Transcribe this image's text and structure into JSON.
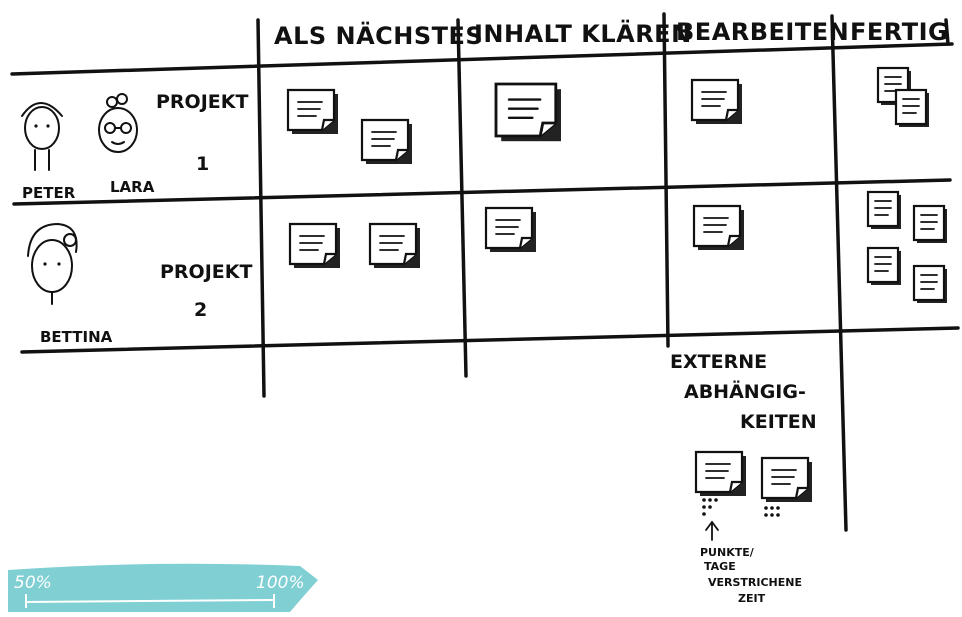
{
  "columns": [
    {
      "label": "ALS NÄCHSTES"
    },
    {
      "label": "INHALT KLÄREN"
    },
    {
      "label": "BEARBEITEN"
    },
    {
      "label": "FERTIG"
    }
  ],
  "rows": [
    {
      "project": "PROJEKT",
      "number": "1",
      "people": [
        "PETER",
        "LARA"
      ]
    },
    {
      "project": "PROJEKT",
      "number": "2",
      "people": [
        "BETTINA"
      ]
    }
  ],
  "external": {
    "line1": "EXTERNE",
    "line2": "ABHÄNGIG-",
    "line3": "KEITEN",
    "note1": "PUNKTE/",
    "note2": "TAGE",
    "note3": "VERSTRICHENE",
    "note4": "ZEIT"
  },
  "progress": {
    "label_start": "50%",
    "label_end": "100%",
    "level": 1.0
  },
  "colors": {
    "ink": "#111111",
    "progress_bar": "#7fcfd3",
    "paper": "#ffffff"
  }
}
